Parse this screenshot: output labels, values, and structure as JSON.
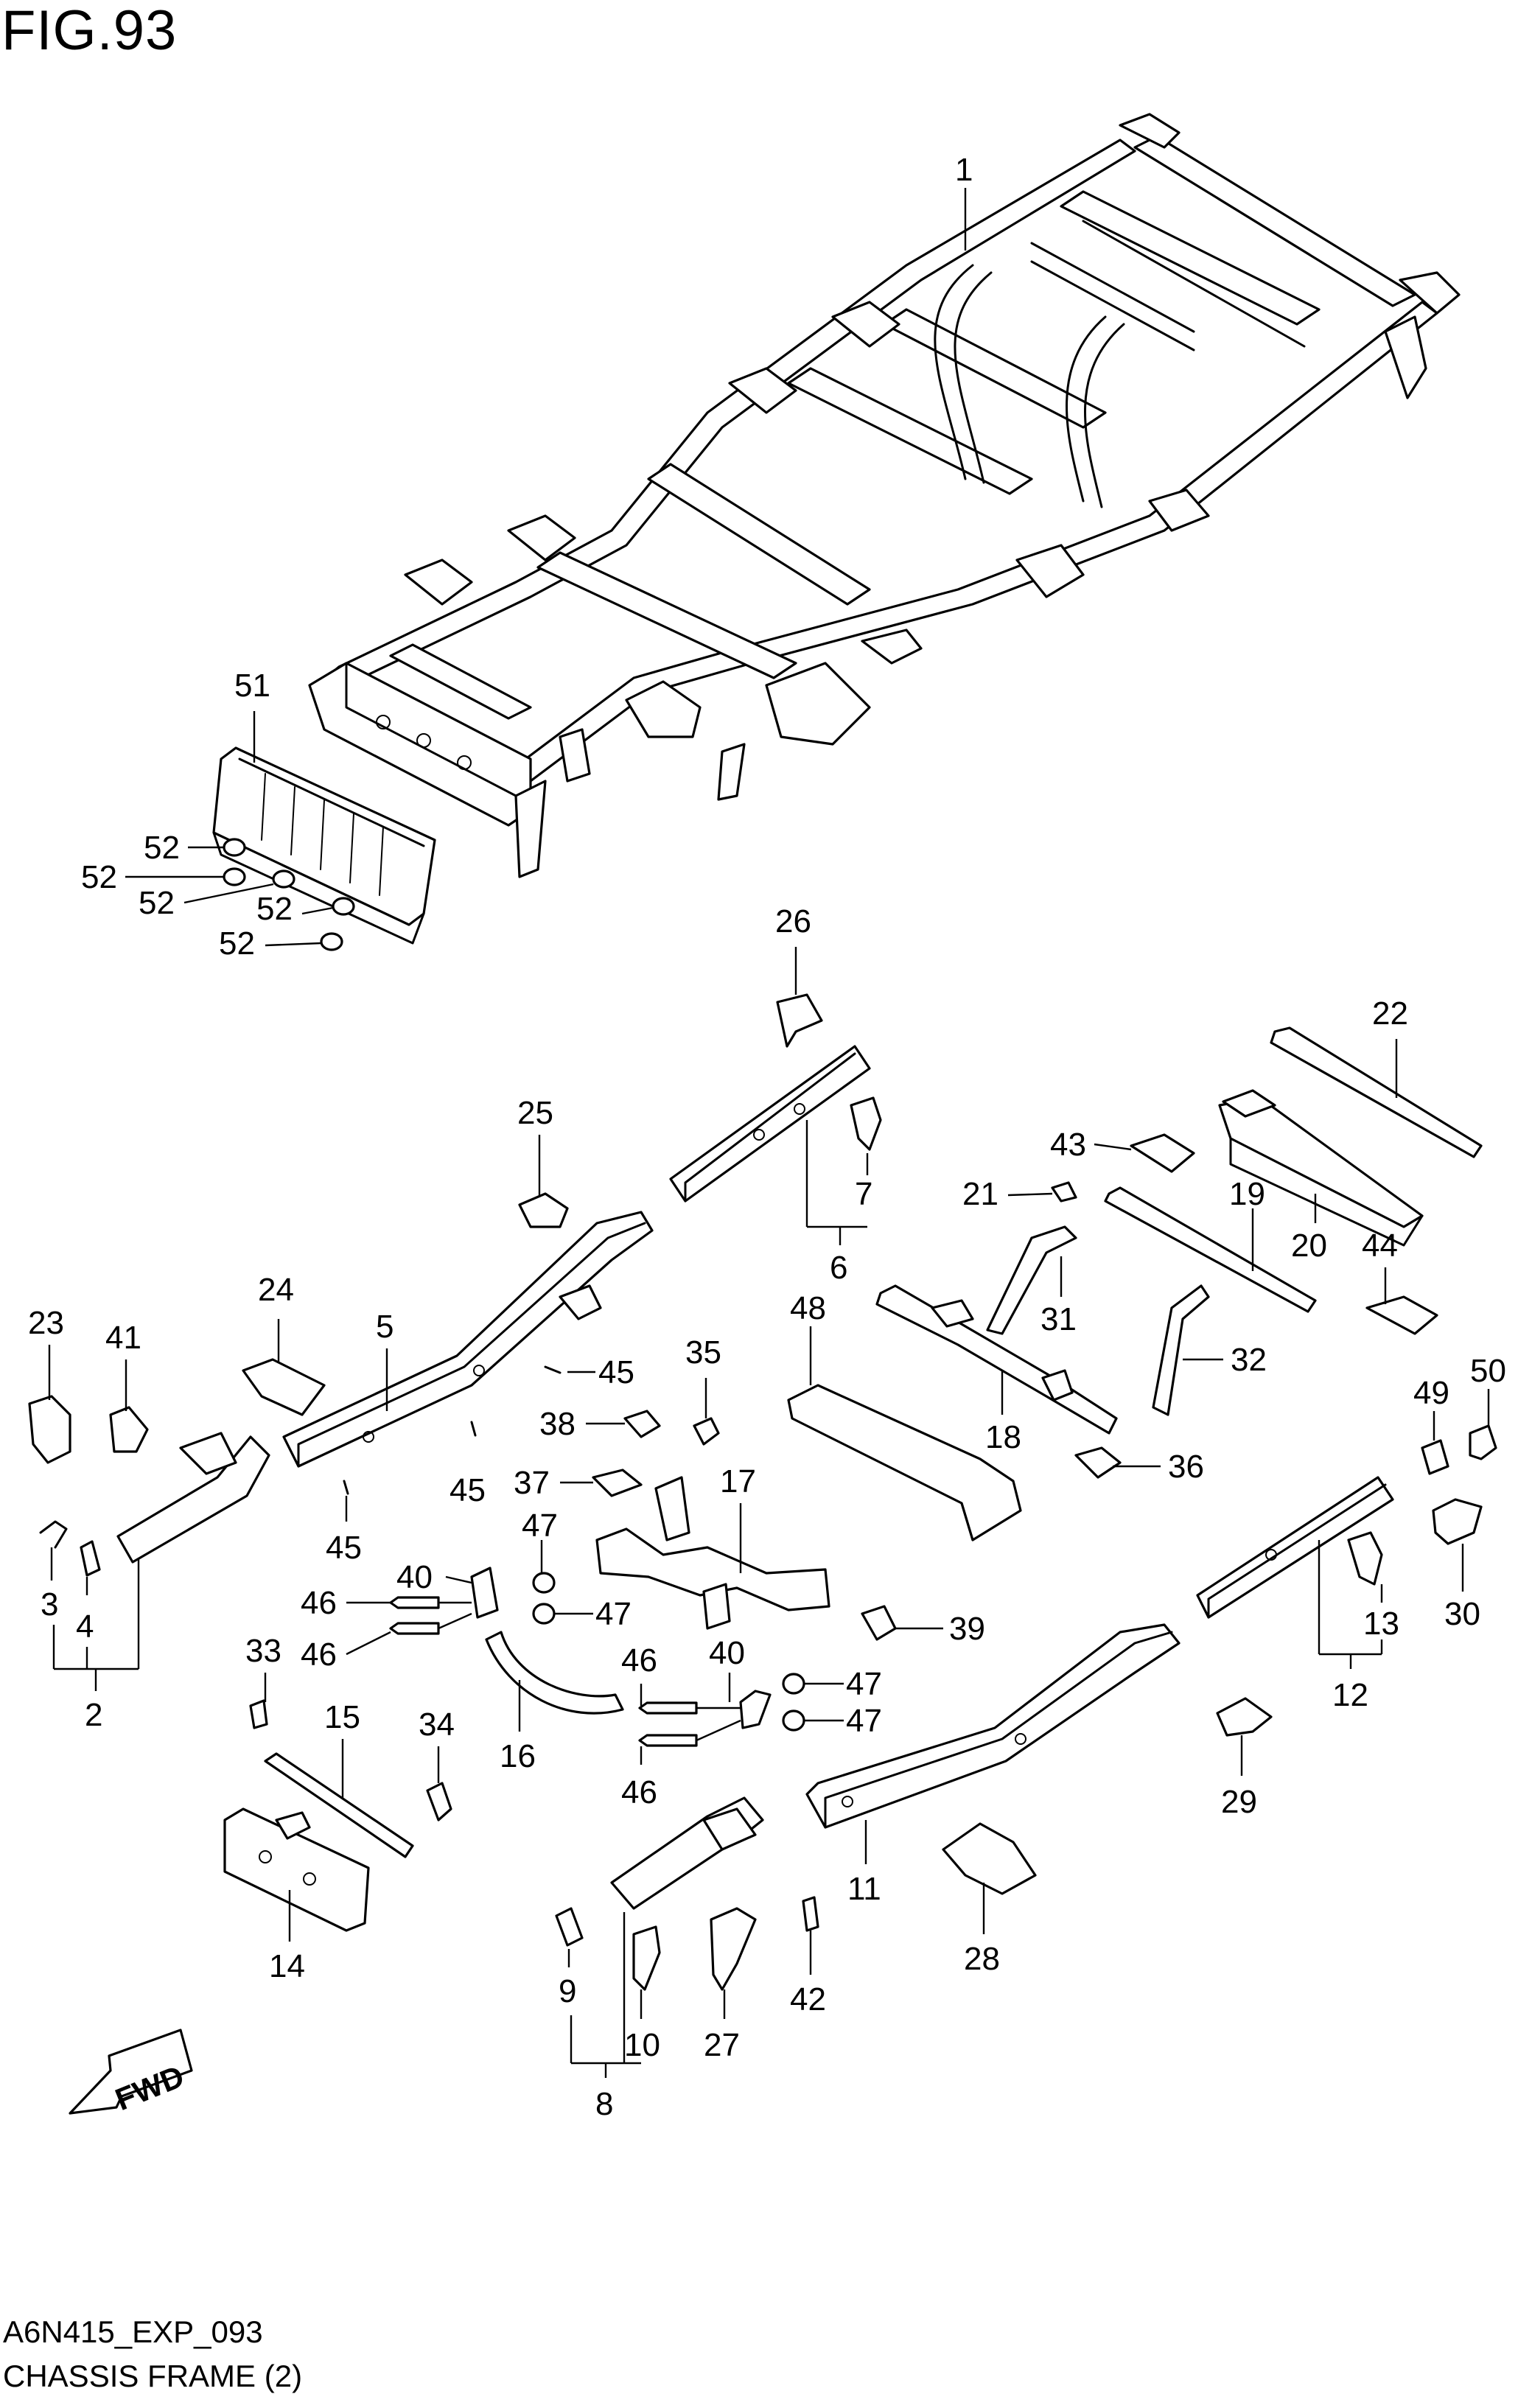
{
  "figure": {
    "title": "FIG.93",
    "code": "A6N415_EXP_093",
    "caption": "CHASSIS FRAME (2)",
    "fwd_label": "FWD"
  },
  "callouts": {
    "c1": "1",
    "c2": "2",
    "c3": "3",
    "c4": "4",
    "c5": "5",
    "c6": "6",
    "c7": "7",
    "c8": "8",
    "c9": "9",
    "c10": "10",
    "c11": "11",
    "c12": "12",
    "c13": "13",
    "c14": "14",
    "c15": "15",
    "c16": "16",
    "c17": "17",
    "c18": "18",
    "c19": "19",
    "c20": "20",
    "c21": "21",
    "c22": "22",
    "c23": "23",
    "c24": "24",
    "c25": "25",
    "c26": "26",
    "c27": "27",
    "c28": "28",
    "c29": "29",
    "c30": "30",
    "c31": "31",
    "c32": "32",
    "c33": "33",
    "c34": "34",
    "c35": "35",
    "c36": "36",
    "c37": "37",
    "c38": "38",
    "c39": "39",
    "c40a": "40",
    "c40b": "40",
    "c41": "41",
    "c42": "42",
    "c43": "43",
    "c44": "44",
    "c45a": "45",
    "c45b": "45",
    "c45c": "45",
    "c46a": "46",
    "c46b": "46",
    "c46c": "46",
    "c46d": "46",
    "c47a": "47",
    "c47b": "47",
    "c47c": "47",
    "c47d": "47",
    "c48": "48",
    "c49": "49",
    "c50": "50",
    "c51": "51",
    "c52a": "52",
    "c52b": "52",
    "c52c": "52",
    "c52d": "52",
    "c52e": "52"
  }
}
